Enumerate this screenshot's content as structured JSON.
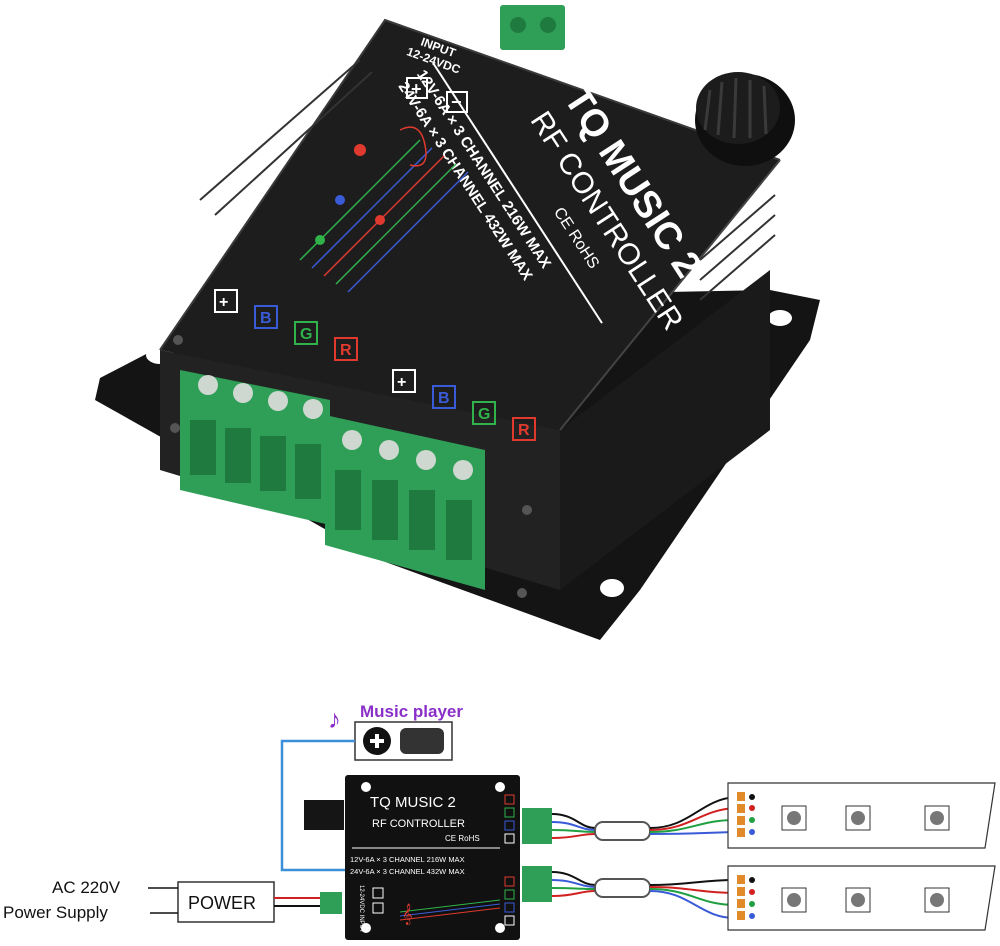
{
  "device": {
    "title": "TQ MUSIC 2",
    "subtitle": "RF CONTROLLER",
    "certification": "CE RoHS",
    "spec_line1": "12V-6A × 3 CHANNEL  216W MAX",
    "spec_line2": "24V-6A × 3 CHANNEL  432W MAX",
    "input_label": "INPUT",
    "input_voltage": "12-24VDC",
    "plus": "+",
    "minus": "−",
    "channel_labels": [
      "+",
      "B",
      "G",
      "R"
    ],
    "colors": {
      "body": "#1b1b1b",
      "terminal": "#2f9e57",
      "red": "#e03a2f",
      "green": "#2fb34a",
      "blue": "#3a5bd8"
    }
  },
  "diagram": {
    "music_player_label": "Music player",
    "power_box_label": "POWER",
    "ac_label": "AC 220V",
    "supply_label": "Power Supply",
    "mini_title": "TQ MUSIC 2",
    "mini_subtitle": "RF CONTROLLER",
    "mini_cert": "CE RoHS",
    "mini_spec1": "12V-6A × 3 CHANNEL    216W MAX",
    "mini_spec2": "24V-6A × 3 CHANNEL    432W MAX",
    "mini_input": "12-24VDC INPUT",
    "colors": {
      "music_label": "#8a2fc8",
      "wire_blue": "#3a8fd8",
      "wire_red": "#d02020",
      "wire_green": "#20a040"
    }
  }
}
